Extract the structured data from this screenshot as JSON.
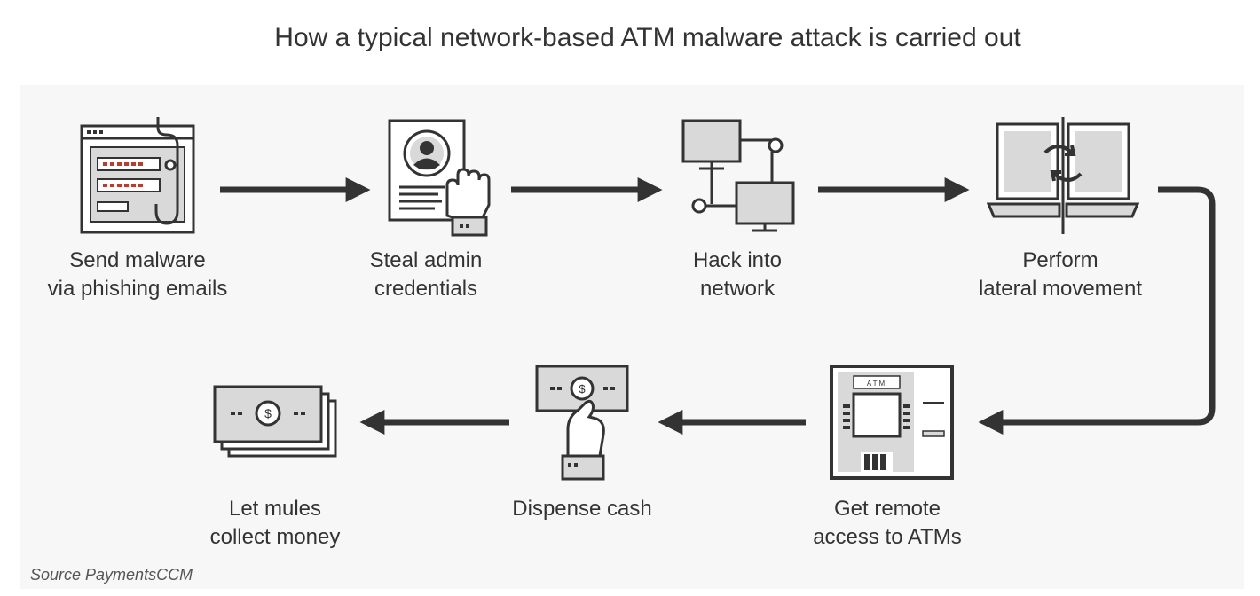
{
  "title": "How a typical network-based ATM malware attack is carried out",
  "steps": [
    {
      "icon": "phishing-email-icon",
      "lines": [
        "Send malware",
        "via phishing emails"
      ]
    },
    {
      "icon": "admin-credentials-icon",
      "lines": [
        "Steal admin",
        "credentials"
      ]
    },
    {
      "icon": "network-icon",
      "lines": [
        "Hack into",
        "network"
      ]
    },
    {
      "icon": "lateral-movement-icon",
      "lines": [
        "Perform",
        "lateral movement"
      ]
    },
    {
      "icon": "atm-icon",
      "lines": [
        "Get remote",
        "access to ATMs"
      ]
    },
    {
      "icon": "dispense-cash-icon",
      "lines": [
        "Dispense cash"
      ]
    },
    {
      "icon": "money-stack-icon",
      "lines": [
        "Let mules",
        "collect money"
      ]
    }
  ],
  "atm_screen_label": "ATM",
  "currency_symbol": "$",
  "source": "Source PaymentsCCM",
  "colors": {
    "stroke": "#333333",
    "fill": "#d9d9d9",
    "accent": "#c0392b",
    "background": "#f7f7f7"
  }
}
